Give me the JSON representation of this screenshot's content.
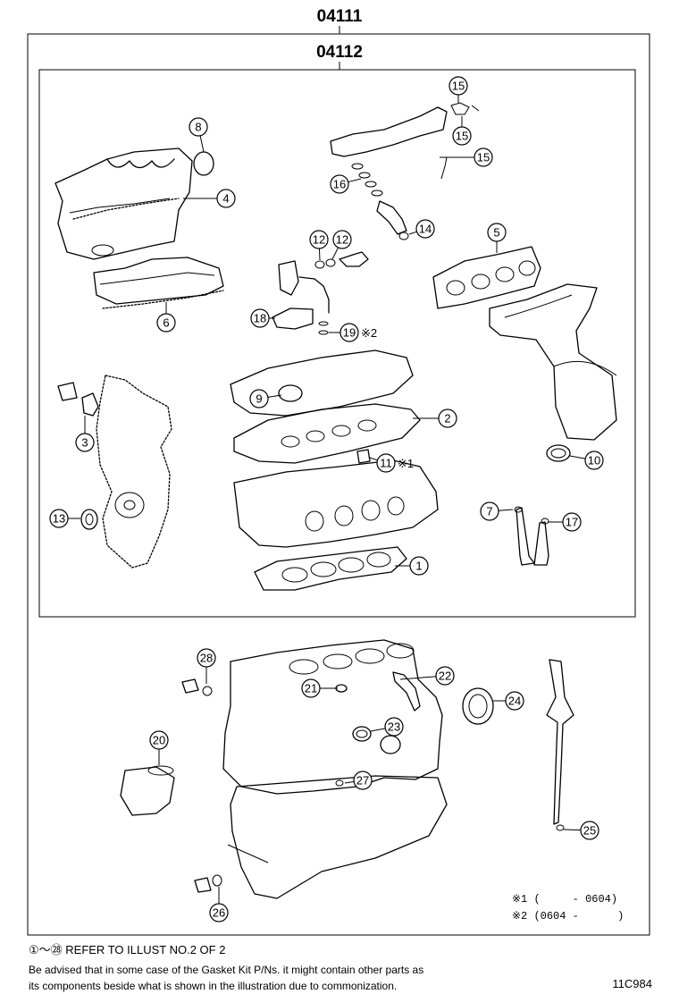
{
  "kit_codes": {
    "outer": "04111",
    "inner": "04112"
  },
  "callouts": [
    {
      "id": "c8",
      "num": "8"
    },
    {
      "id": "c4",
      "num": "4"
    },
    {
      "id": "c6",
      "num": "6"
    },
    {
      "id": "c15a",
      "num": "15"
    },
    {
      "id": "c15b",
      "num": "15"
    },
    {
      "id": "c15c",
      "num": "15"
    },
    {
      "id": "c16",
      "num": "16"
    },
    {
      "id": "c14",
      "num": "14"
    },
    {
      "id": "c12a",
      "num": "12"
    },
    {
      "id": "c12b",
      "num": "12"
    },
    {
      "id": "c5",
      "num": "5"
    },
    {
      "id": "c18",
      "num": "18"
    },
    {
      "id": "c19",
      "num": "19",
      "mark": "※2"
    },
    {
      "id": "c9",
      "num": "9"
    },
    {
      "id": "c2",
      "num": "2"
    },
    {
      "id": "c3",
      "num": "3"
    },
    {
      "id": "c11",
      "num": "11",
      "mark": "※1"
    },
    {
      "id": "c10",
      "num": "10"
    },
    {
      "id": "c13",
      "num": "13"
    },
    {
      "id": "c7",
      "num": "7"
    },
    {
      "id": "c17",
      "num": "17"
    },
    {
      "id": "c1",
      "num": "1"
    },
    {
      "id": "c28",
      "num": "28"
    },
    {
      "id": "c21",
      "num": "21"
    },
    {
      "id": "c22",
      "num": "22"
    },
    {
      "id": "c24",
      "num": "24"
    },
    {
      "id": "c23",
      "num": "23"
    },
    {
      "id": "c20",
      "num": "20"
    },
    {
      "id": "c27",
      "num": "27"
    },
    {
      "id": "c25",
      "num": "25"
    },
    {
      "id": "c26",
      "num": "26"
    }
  ],
  "notes": {
    "note1": "※1 (     - 0604)",
    "note2": "※2 (0604 -      )"
  },
  "footer": {
    "reference": "①～㉘ REFER TO ILLUST NO.2 OF 2",
    "advisory_line1": "Be advised that in some case of the Gasket Kit P/Ns.  it might contain other parts as",
    "advisory_line2": "its components beside what is shown in the illustration due to commonization.",
    "illustration_id": "11C984"
  }
}
